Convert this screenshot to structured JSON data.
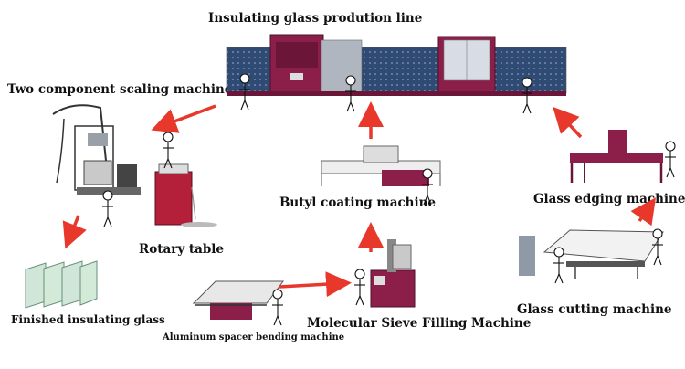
{
  "diagram": {
    "title": "Insulating glass prodution line",
    "machines": {
      "two_component_sealing": "Two component scaling machine",
      "rotary_table": "Rotary table",
      "finished_glass": "Finished insulating glass",
      "aluminum_spacer": "Aluminum spacer bending machine",
      "molecular_sieve": "Molecular Sieve Filling Machine",
      "butyl_coating": "Butyl coating machine",
      "glass_edging": "Glass edging machine",
      "glass_cutting": "Glass cutting machine"
    },
    "colors": {
      "machine_body": "#8b1f4a",
      "glass_panel": "#2f4a73",
      "arrow": "#e8382c",
      "steel": "#c9c9c9"
    }
  }
}
